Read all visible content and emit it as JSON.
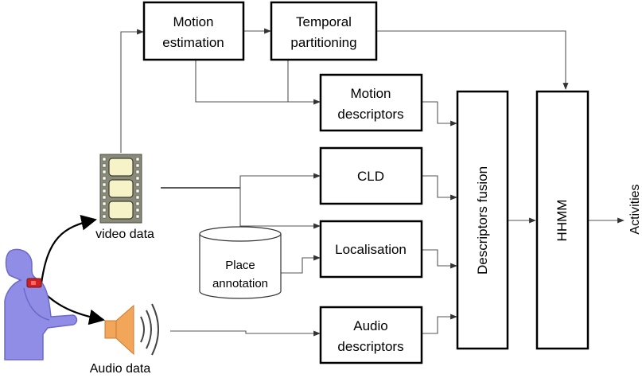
{
  "blocks": {
    "motion_estimation": [
      "Motion",
      "estimation"
    ],
    "temporal_partitioning": [
      "Temporal",
      "partitioning"
    ],
    "motion_descriptors": [
      "Motion",
      "descriptors"
    ],
    "cld": "CLD",
    "localisation": "Localisation",
    "audio_descriptors": [
      "Audio",
      "descriptors"
    ],
    "descriptors_fusion": "Descriptors fusion",
    "hhmm": "HHMM"
  },
  "inputs": {
    "video_data": "video data",
    "audio_data": "Audio data",
    "place_annotation": [
      "Place",
      "annotation"
    ]
  },
  "output": "Activities",
  "colors": {
    "person": "#8f8de6",
    "person_outline": "#6c6ac8",
    "camera": "#cc2222",
    "speaker": "#f2a65a",
    "film_frame": "#f7f3c8",
    "film_strip": "#8a8a78"
  }
}
